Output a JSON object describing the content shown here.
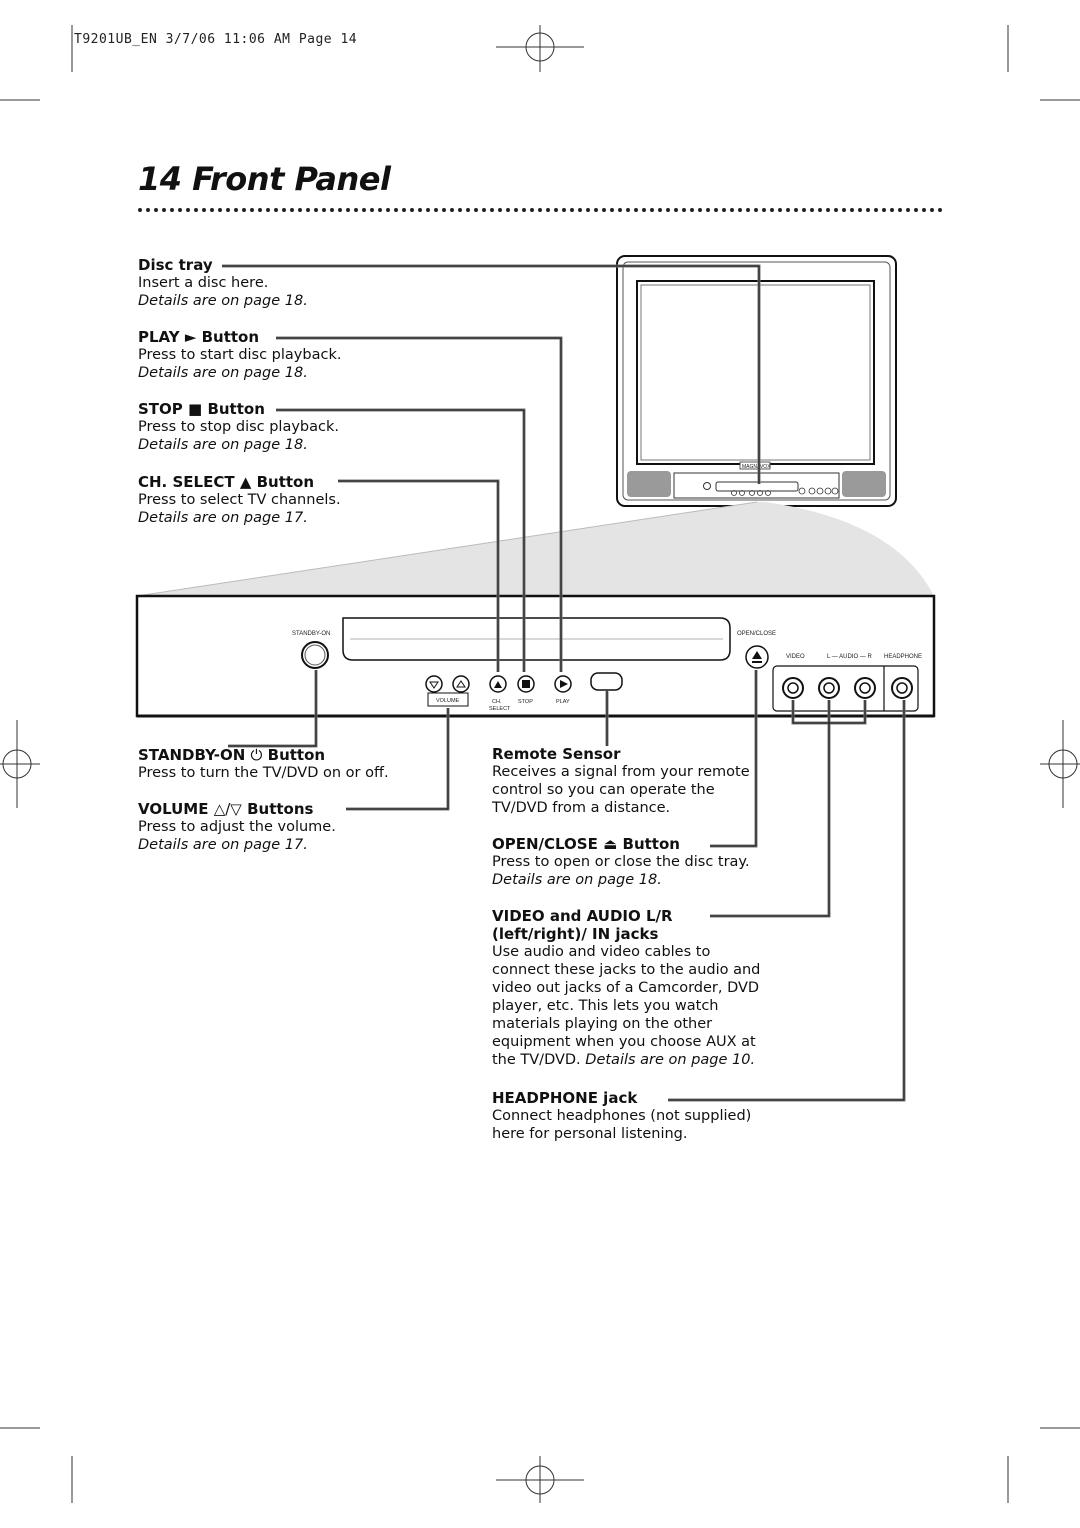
{
  "header": {
    "slug": "T9201UB_EN  3/7/06  11:06 AM  Page 14"
  },
  "page": {
    "title": "14  Front Panel"
  },
  "left_callouts": [
    {
      "title": "Disc tray",
      "desc": "Insert a disc here.",
      "ref": "Details are on page 18."
    },
    {
      "title": "PLAY",
      "glyph": "►",
      "suffix": "Button",
      "desc": "Press to start disc playback.",
      "ref": "Details are on page 18."
    },
    {
      "title": "STOP",
      "glyph": "■",
      "suffix": "Button",
      "desc": "Press to stop disc playback.",
      "ref": "Details are on page 18."
    },
    {
      "title": "CH. SELECT",
      "glyph": "▲",
      "suffix": "Button",
      "desc": "Press to select TV channels.",
      "ref": "Details are on page 17."
    }
  ],
  "bottom_left_callouts": [
    {
      "title": "STANDBY-ON",
      "glyph": "⏻",
      "suffix": "Button",
      "desc": "Press to turn the TV/DVD on or off."
    },
    {
      "title": "VOLUME",
      "glyph": "△/▽",
      "suffix": "Buttons",
      "desc": "Press to adjust the volume.",
      "ref": "Details are on page 17."
    }
  ],
  "bottom_right_callouts": [
    {
      "title": "Remote Sensor",
      "desc_lines": [
        "Receives a signal from your remote",
        "control so you can operate the",
        "TV/DVD from a distance."
      ]
    },
    {
      "title": "OPEN/CLOSE",
      "glyph": "⏏",
      "suffix": "Button",
      "desc_lines": [
        "Press to open or close the disc tray."
      ],
      "ref": "Details are on page 18."
    },
    {
      "title_lines": [
        "VIDEO and AUDIO L/R",
        "(left/right)/ IN jacks"
      ],
      "desc_lines": [
        "Use audio and video cables to",
        "connect these jacks to the audio and",
        "video out jacks of a Camcorder, DVD",
        "player, etc. This lets you watch",
        "materials playing on the other",
        "equipment when you choose AUX at"
      ],
      "last_line_plain": "the TV/DVD.",
      "last_line_ref": "Details are on page 10."
    },
    {
      "title": "HEADPHONE jack",
      "desc_lines": [
        "Connect headphones (not supplied)",
        "here for personal listening."
      ]
    }
  ],
  "panel_labels": {
    "standby": "STANDBY-ON",
    "open_close": "OPEN/CLOSE",
    "video": "VIDEO",
    "audio": "L — AUDIO — R",
    "headphone": "HEADPHONE",
    "volume": "VOLUME",
    "ch": "CH.",
    "select": "SELECT",
    "stop": "STOP",
    "play": "PLAY"
  },
  "tv": {
    "brand": "MAGNAVOX"
  }
}
